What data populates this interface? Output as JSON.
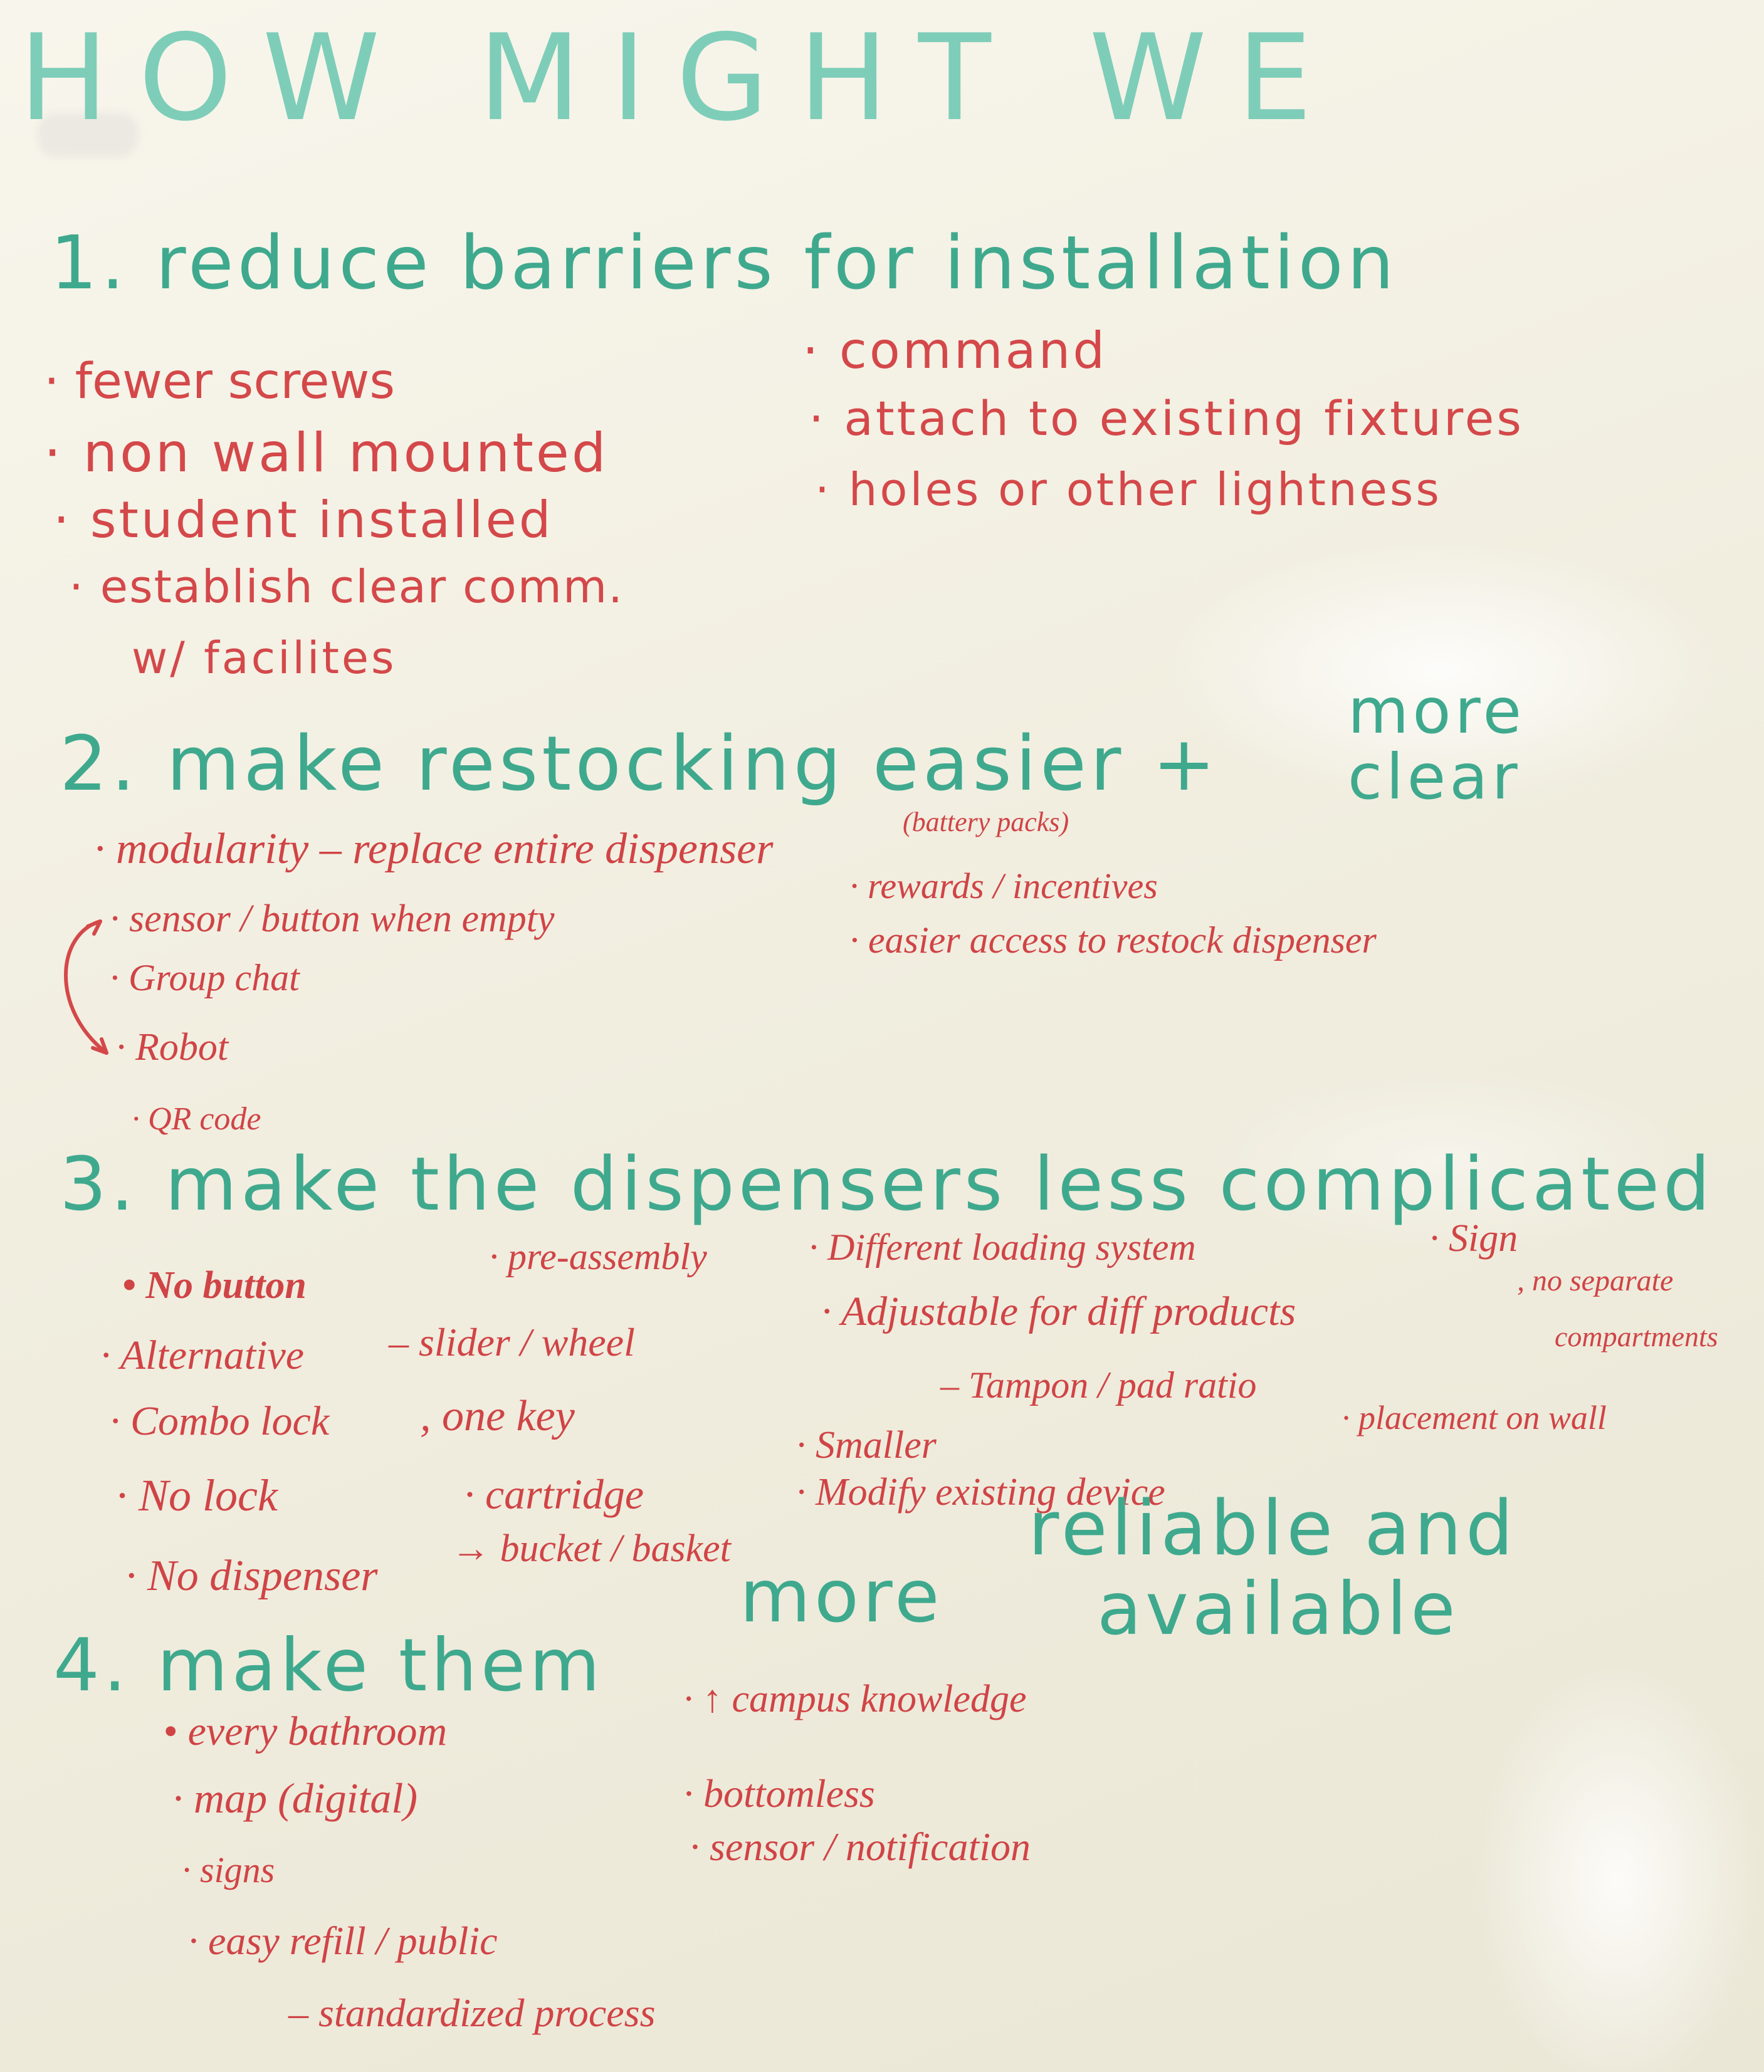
{
  "title": "HOW MIGHT WE",
  "sections": [
    {
      "heading": "1. reduce barriers for installation",
      "left_items": [
        "· fewer screws",
        "· non wall mounted",
        "· student installed",
        "· establish clear comm.",
        "w/ facilites"
      ],
      "right_items": [
        "· command",
        "· attach to existing fixtures",
        "· holes or other lightness"
      ]
    },
    {
      "heading": "2. make restocking easier +",
      "heading_extra_1": "more",
      "heading_extra_2": "clear",
      "top_item": "· modularity – replace entire dispenser",
      "top_item_note": "(battery packs)",
      "left_items": [
        "· sensor / button when empty",
        "· Group chat",
        "· Robot",
        "· QR code"
      ],
      "right_items": [
        "· rewards / incentives",
        "· easier access to restock dispenser"
      ]
    },
    {
      "heading": "3. make the dispensers less complicated",
      "col1": [
        "• No button",
        "· Alternative",
        "· Combo lock",
        "· No lock",
        "· No dispenser"
      ],
      "col2": [
        "· pre-assembly",
        "– slider / wheel",
        ", one key",
        "· cartridge",
        "→ bucket / basket"
      ],
      "col3": [
        "· Different loading system",
        "· Adjustable for diff products",
        "– Tampon / pad ratio",
        "· Smaller",
        "· Modify existing device"
      ],
      "col4": [
        "· Sign",
        ", no separate",
        "compartments",
        "· placement on wall"
      ]
    },
    {
      "heading": "4. make them",
      "heading_more": "more",
      "heading_extra_1": "reliable and",
      "heading_extra_2": "available",
      "left_items": [
        "• every bathroom",
        "· map (digital)",
        "· signs",
        "· easy refill / public",
        "– standardized process"
      ],
      "right_items": [
        "· ↑ campus knowledge",
        "· bottomless",
        "· sensor / notification"
      ]
    }
  ],
  "colors": {
    "board": "#f3f0e3",
    "green_marker": "#3fa98e",
    "red_marker": "#d4484a"
  }
}
